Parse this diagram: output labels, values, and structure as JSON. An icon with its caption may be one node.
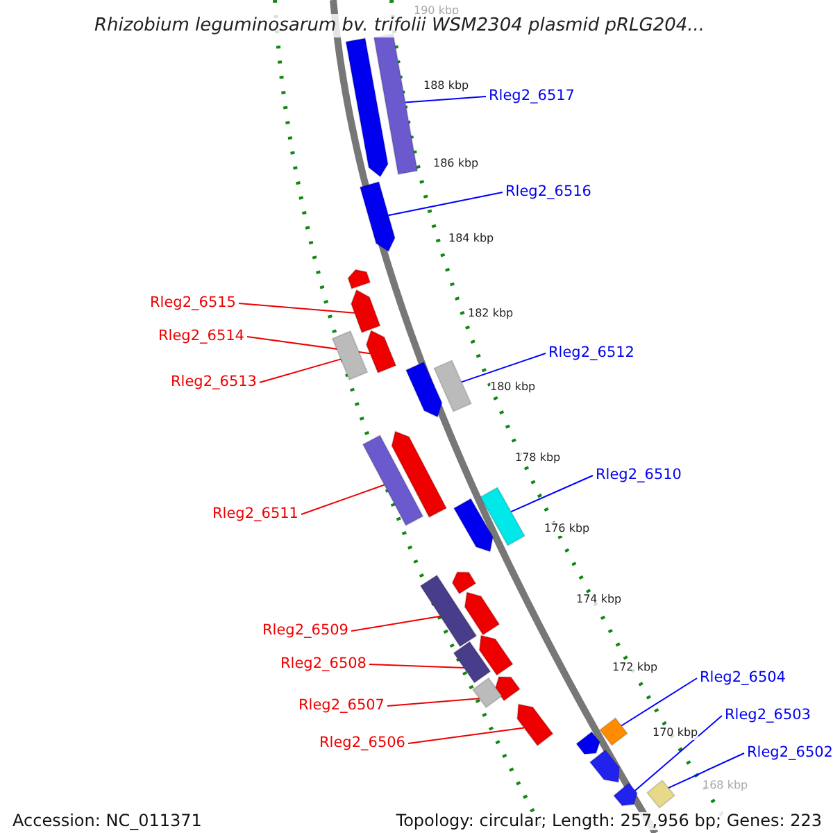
{
  "diagram": {
    "title": "Rhizobium leguminosarum bv. trifolii WSM2304 plasmid pRLG204...",
    "nodes": [
      {
        "text": [
          "Rleg2_6517"
        ]
      },
      {
        "text": [
          "Rleg2_6516"
        ]
      },
      {
        "text": [
          "Rleg2_6515"
        ]
      },
      {
        "text": [
          "Rleg2_6514"
        ]
      },
      {
        "text": [
          "Rleg2_6513"
        ]
      },
      {
        "text": [
          "Rleg2_6512"
        ]
      },
      {
        "text": [
          "Rleg2_6511"
        ]
      },
      {
        "text": [
          "Rleg2_6510"
        ]
      },
      {
        "text": [
          "Rleg2_6509"
        ]
      },
      {
        "text": [
          "Rleg2_6508"
        ]
      },
      {
        "text": [
          "Rleg2_6507"
        ]
      },
      {
        "text": [
          "Rleg2_6506"
        ]
      },
      {
        "text": [
          "Rleg2_6504"
        ]
      },
      {
        "text": [
          "Rleg2_6503"
        ]
      },
      {
        "text": [
          "Rleg2_6502"
        ]
      },
      {
        "text": [],
        "shape": "bar"
      },
      {
        "text": [],
        "shape": "bar"
      },
      {
        "text": [],
        "shape": "bar"
      },
      {
        "text": [],
        "shape": "bar"
      },
      {
        "text": [],
        "shape": "bar"
      },
      {
        "text": [],
        "shape": "bar"
      },
      {
        "text": [],
        "shape": "bar"
      },
      {
        "text": [],
        "shape": "bar"
      },
      {
        "text": [],
        "shape": "bar"
      },
      {
        "text": [],
        "shape": "bar"
      },
      {
        "text": [],
        "shape": "bar"
      },
      {
        "text": [],
        "shape": "bar"
      },
      {
        "text": [],
        "shape": "bar"
      },
      {
        "text": [],
        "shape": "bar"
      },
      {
        "text": [],
        "shape": "bar"
      },
      {
        "text": [],
        "shape": "bar"
      },
      {
        "text": [],
        "shape": "bar"
      },
      {
        "text": [],
        "shape": "bar"
      },
      {
        "text": [],
        "shape": "bar"
      },
      {
        "text": [],
        "shape": "bar"
      },
      {
        "text": [],
        "shape": "bar"
      },
      {
        "text": [],
        "shape": "bar"
      },
      {
        "text": [],
        "shape": "bar"
      },
      {
        "text": [],
        "shape": "bar"
      },
      {
        "text": [],
        "shape": "bar"
      },
      {
        "text": [],
        "shape": "bar"
      }
    ],
    "edges": [
      {
        "from": 0,
        "to": 15,
        "arrow": "none",
        "color": "#0000ff"
      },
      {
        "from": 1,
        "to": 17,
        "arrow": "none",
        "color": "#0000ff"
      },
      {
        "from": 2,
        "to": 19,
        "arrow": "none"
      },
      {
        "from": 3,
        "to": 20,
        "arrow": "none"
      },
      {
        "from": 4,
        "to": 21,
        "arrow": "none"
      },
      {
        "from": 5,
        "to": 22,
        "arrow": "none",
        "color": "#0000ff"
      },
      {
        "from": 6,
        "to": 25,
        "arrow": "none"
      },
      {
        "from": 7,
        "to": 26,
        "arrow": "none",
        "color": "#0000ff"
      },
      {
        "from": 8,
        "to": 30,
        "arrow": "none"
      },
      {
        "from": 9,
        "to": 32,
        "arrow": "none"
      },
      {
        "from": 10,
        "to": 34,
        "arrow": "none"
      },
      {
        "from": 11,
        "to": 35,
        "arrow": "none"
      },
      {
        "from": 12,
        "to": 36,
        "arrow": "none",
        "color": "#0000ff"
      },
      {
        "from": 13,
        "to": 39,
        "arrow": "none",
        "color": "#0000ff"
      },
      {
        "from": 14,
        "to": 40,
        "arrow": "none",
        "color": "#0000ff"
      }
    ],
    "labels": [
      "190 kbp",
      "188 kbp",
      "186 kbp",
      "184 kbp",
      "182 kbp",
      "180 kbp",
      "178 kbp",
      "176 kbp",
      "174 kbp",
      "172 kbp",
      "170 kbp",
      "168 kbp",
      "Accession: NC_011371",
      "Topology: circular; Length: 257,956 bp; Genes: 223"
    ]
  }
}
